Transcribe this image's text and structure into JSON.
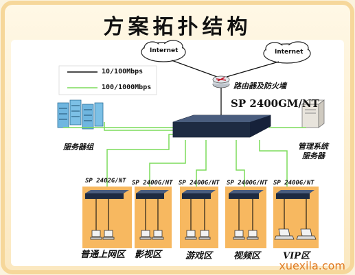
{
  "title": "方案拓扑结构",
  "clouds": [
    "Internet",
    "Internet"
  ],
  "legend": [
    {
      "label": "10/100Mbps",
      "color": "#111111"
    },
    {
      "label": "100/1000Mbps",
      "color": "#7cdc5a"
    }
  ],
  "router_label": "路由器及防火墙",
  "core_switch_label": "SP 2400GM/NT",
  "server_group_label": "服务器组",
  "mgmt_server_label": [
    "管理系统",
    "服务器"
  ],
  "access_switches": [
    "SP 2402G/NT",
    "SP 2400G/NT",
    "SP 2400G/NT",
    "SP 2400G/NT",
    "SP 2400G/NT"
  ],
  "zones": [
    "普通上网区",
    "影视区",
    "游戏区",
    "视频区",
    "VIP区"
  ],
  "watermark": "xuexila.com",
  "colors": {
    "copper": "#111111",
    "fiber": "#7cdc5a",
    "zone": "#f7b860"
  }
}
